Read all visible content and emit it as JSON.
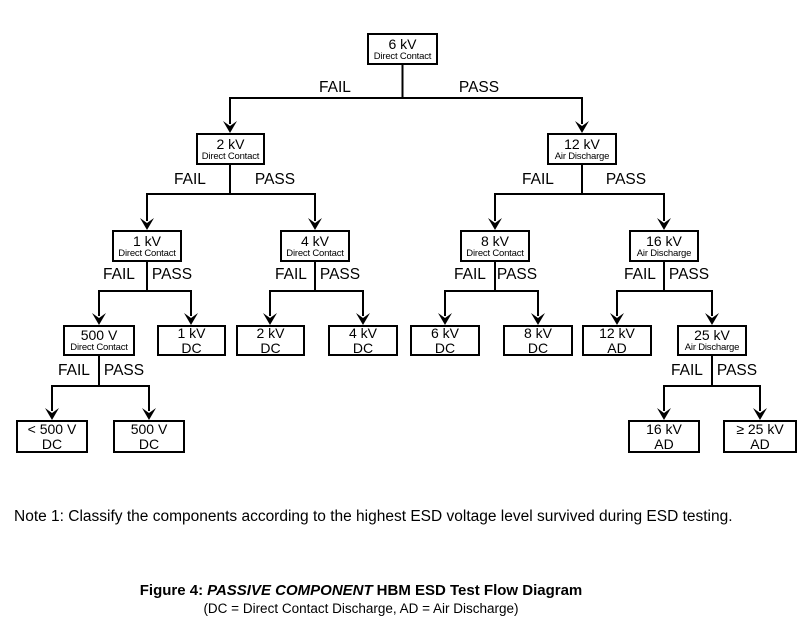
{
  "labels": {
    "fail": "FAIL",
    "pass": "PASS"
  },
  "tree": {
    "title": "6 kV",
    "subtitle": "Direct Contact",
    "fail": {
      "title": "2 kV",
      "subtitle": "Direct Contact",
      "fail": {
        "title": "1 kV",
        "subtitle": "Direct Contact",
        "fail": {
          "title": "500 V",
          "subtitle": "Direct Contact",
          "fail": {
            "title": "< 500 V",
            "subtitle": "DC"
          },
          "pass": {
            "title": "500 V",
            "subtitle": "DC"
          }
        },
        "pass": {
          "title": "1 kV",
          "subtitle": "DC"
        }
      },
      "pass": {
        "title": "4 kV",
        "subtitle": "Direct Contact",
        "fail": {
          "title": "2 kV",
          "subtitle": "DC"
        },
        "pass": {
          "title": "4 kV",
          "subtitle": "DC"
        }
      }
    },
    "pass": {
      "title": "12 kV",
      "subtitle": "Air Discharge",
      "fail": {
        "title": "8 kV",
        "subtitle": "Direct Contact",
        "fail": {
          "title": "6 kV",
          "subtitle": "DC"
        },
        "pass": {
          "title": "8 kV",
          "subtitle": "DC"
        }
      },
      "pass": {
        "title": "16 kV",
        "subtitle": "Air Discharge",
        "fail": {
          "title": "12 kV",
          "subtitle": "AD"
        },
        "pass": {
          "title": "25 kV",
          "subtitle": "Air Discharge",
          "fail": {
            "title": "16 kV",
            "subtitle": "AD"
          },
          "pass": {
            "title": "≥ 25 kV",
            "subtitle": "AD"
          }
        }
      }
    }
  },
  "note": "Note 1: Classify the components according to the highest ESD voltage level survived during ESD testing.",
  "caption": {
    "figure_label": "Figure 4:",
    "emphasis": "PASSIVE COMPONENT",
    "rest": "HBM ESD Test Flow Diagram",
    "line2": "(DC = Direct Contact Discharge, AD = Air Discharge)"
  }
}
